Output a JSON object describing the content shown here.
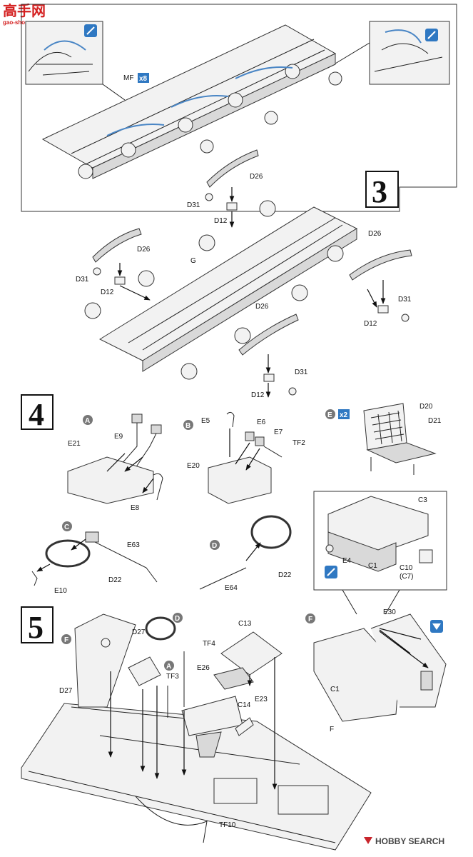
{
  "watermark": {
    "site_cn": "高手网",
    "site_url": "gao-shou.com"
  },
  "steps": {
    "s3": "3",
    "s4": "4",
    "s5": "5"
  },
  "step3": {
    "callout_mf": "MF",
    "callout_qty": "x8",
    "parts": {
      "d26_top": "D26",
      "d31_top": "D31",
      "d12_top": "D12",
      "d26_right": "D26",
      "d26_left": "D26",
      "g": "G",
      "d31_left": "D31",
      "d12_left": "D12",
      "d31_right": "D31",
      "d12_right": "D12",
      "d26_bottom": "D26",
      "d31_bottom": "D31",
      "d12_bottom": "D12"
    }
  },
  "step4": {
    "sub_a": "A",
    "sub_b": "B",
    "sub_c": "C",
    "sub_d": "D",
    "sub_e": "E",
    "sub_e_qty": "x2",
    "a_parts": {
      "e9": "E9",
      "e21": "E21",
      "e8": "E8"
    },
    "b_parts": {
      "e5": "E5",
      "e6": "E6",
      "e7": "E7",
      "tf2": "TF2",
      "e20": "E20"
    },
    "c_parts": {
      "e63": "E63",
      "d22": "D22",
      "e10": "E10"
    },
    "d_parts": {
      "e64": "E64",
      "d22": "D22"
    },
    "e_parts": {
      "d20": "D20",
      "d21": "D21"
    },
    "inset": {
      "c3": "C3",
      "e4": "E4",
      "c1": "C1",
      "c10": "C10",
      "c7": "(C7)"
    }
  },
  "step5": {
    "sub_d": "D",
    "sub_f1": "F",
    "sub_a": "A",
    "sub_f2": "F",
    "parts": {
      "d27_top": "D27",
      "tf4": "TF4",
      "c13": "C13",
      "e30": "E30",
      "tf3": "TF3",
      "e26": "E26",
      "d27_left": "D27",
      "c14": "C14",
      "e23": "E23",
      "c1": "C1",
      "f": "F",
      "tf10": "TF10"
    }
  },
  "footer": {
    "brand": "HOBBY SEARCH"
  }
}
